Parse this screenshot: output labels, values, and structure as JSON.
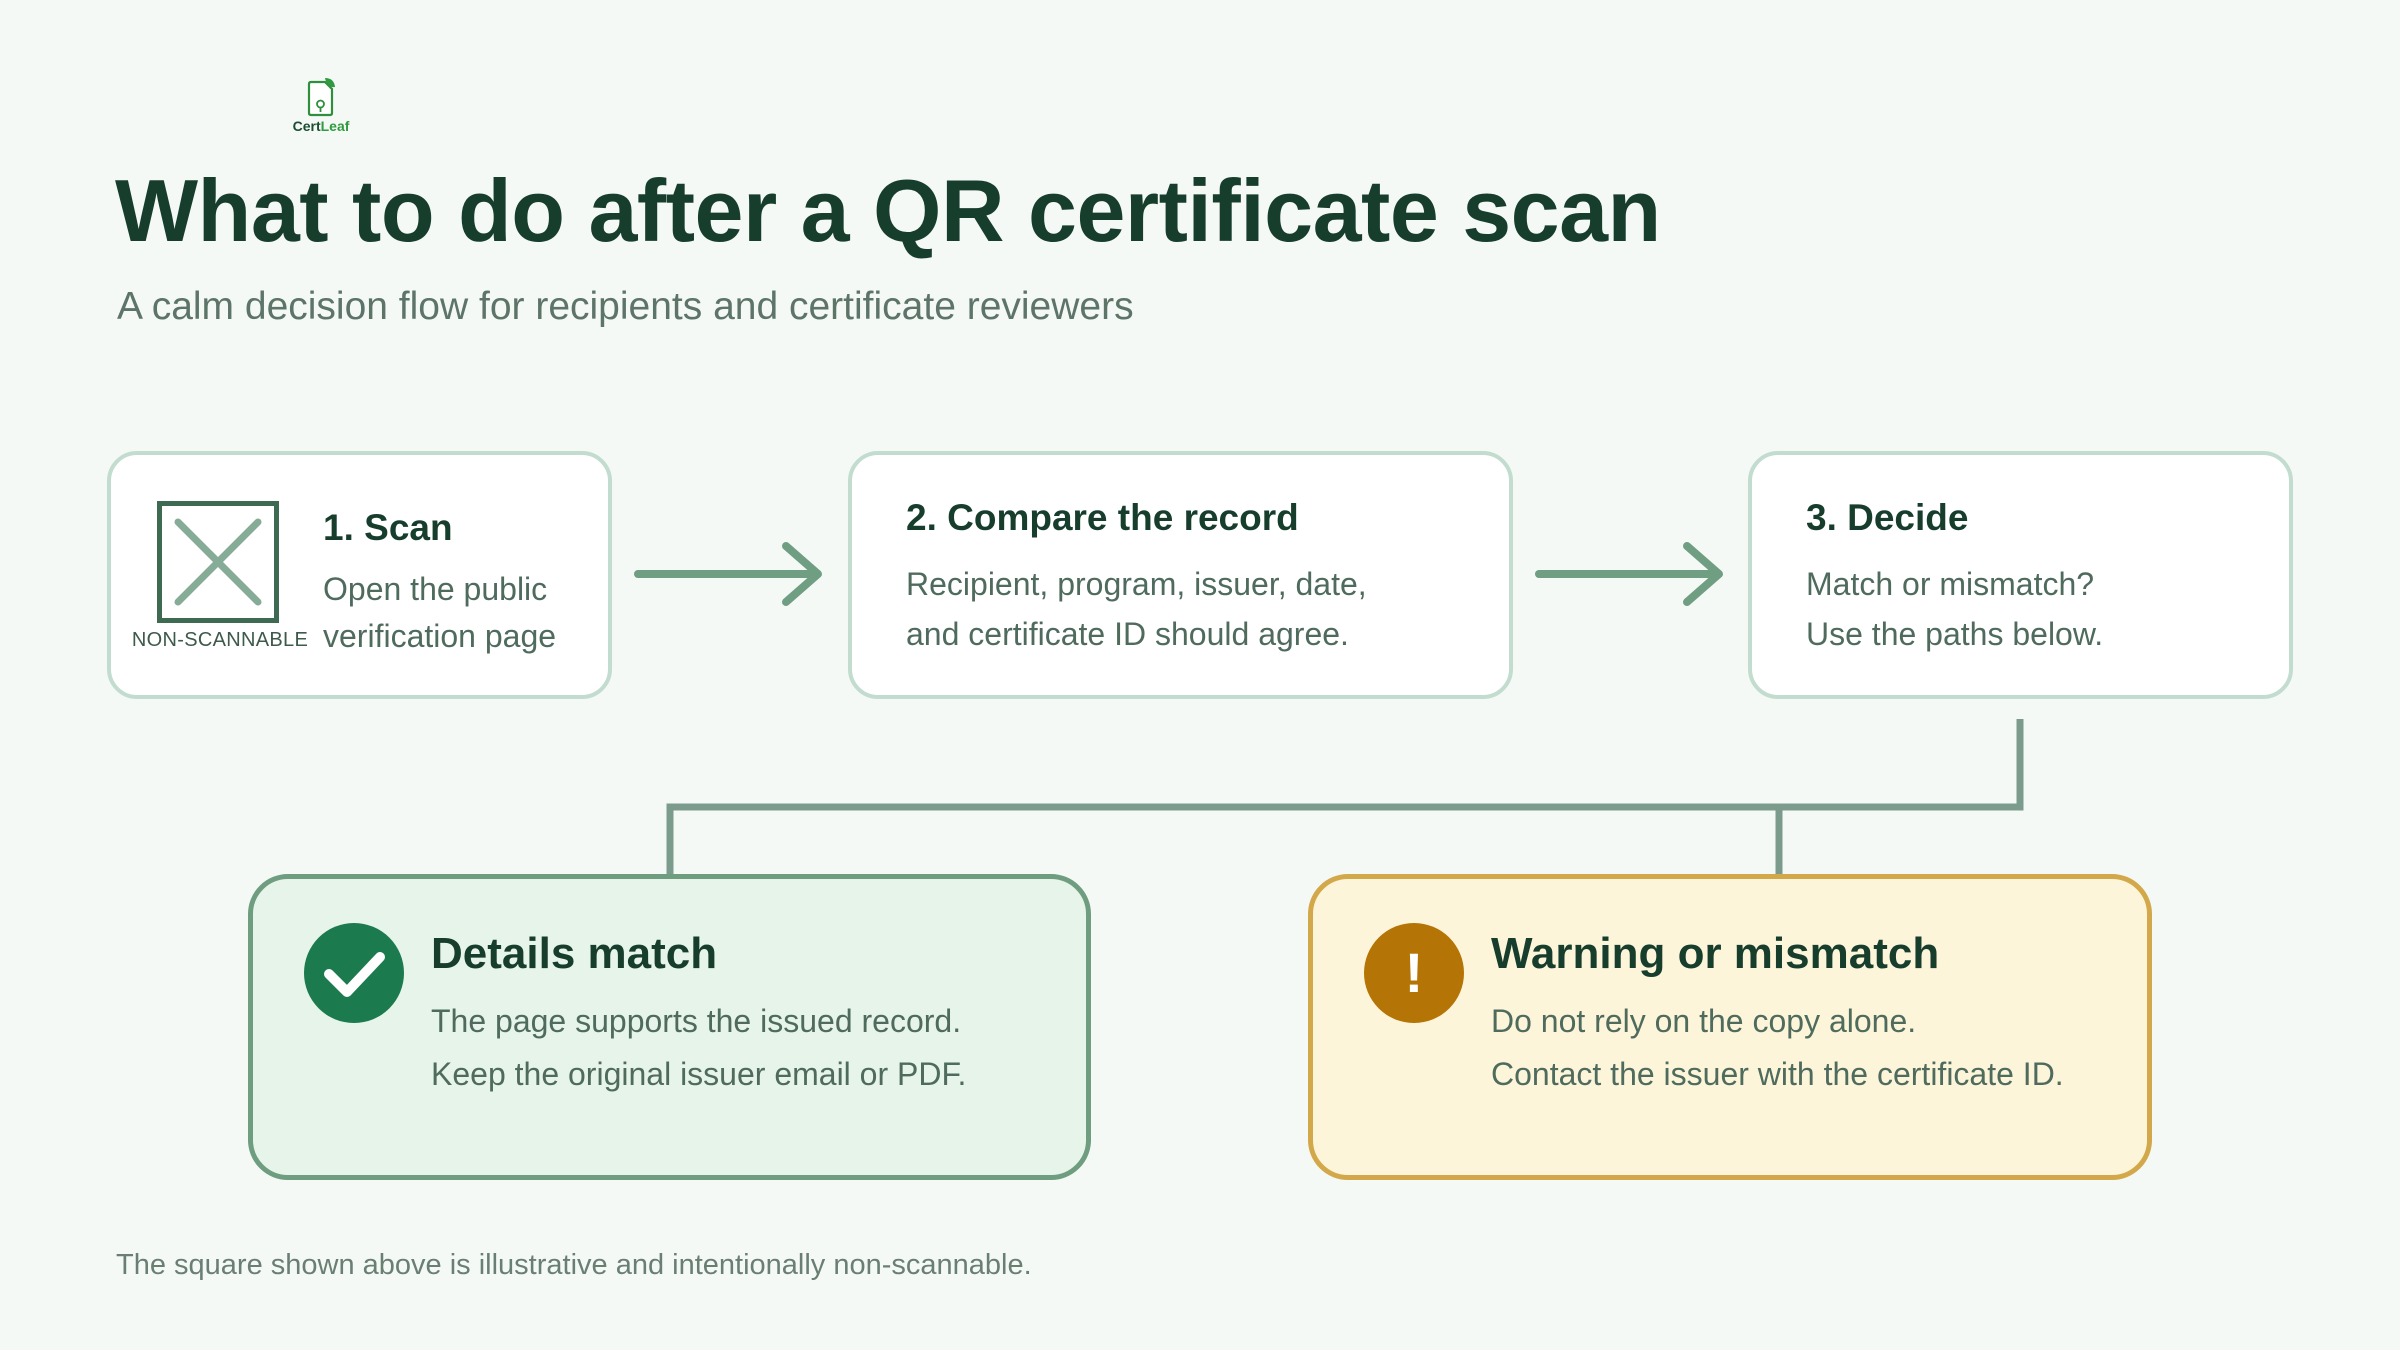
{
  "logo": {
    "brand_part1": "Cert",
    "brand_part2": "Leaf"
  },
  "header": {
    "title": "What to do after a QR certificate scan",
    "subtitle": "A calm decision flow for recipients and certificate reviewers"
  },
  "steps": [
    {
      "title": "1. Scan",
      "lines": [
        "Open the public",
        "verification page"
      ],
      "qr_label": "NON-SCANNABLE"
    },
    {
      "title": "2. Compare the record",
      "lines": [
        "Recipient, program, issuer, date,",
        "and certificate ID should agree."
      ]
    },
    {
      "title": "3. Decide",
      "lines": [
        "Match or mismatch?",
        "Use the paths below."
      ]
    }
  ],
  "outcomes": {
    "match": {
      "title": "Details match",
      "lines": [
        "The page supports the issued record.",
        "Keep the original issuer email or PDF."
      ]
    },
    "warning": {
      "title": "Warning or mismatch",
      "lines": [
        "Do not rely on the copy alone.",
        "Contact the issuer with the certificate ID."
      ],
      "badge_symbol": "!"
    }
  },
  "footnote": "The square shown above is illustrative and intentionally non-scannable.",
  "colors": {
    "background": "#f5f9f6",
    "title": "#173d2d",
    "arrow": "#6f9e83",
    "connector": "#7b9c8c",
    "match_fill": "#e7f4ea",
    "match_badge": "#1c7a4f",
    "warning_fill": "#fdf5d9",
    "warning_badge": "#b57506"
  }
}
